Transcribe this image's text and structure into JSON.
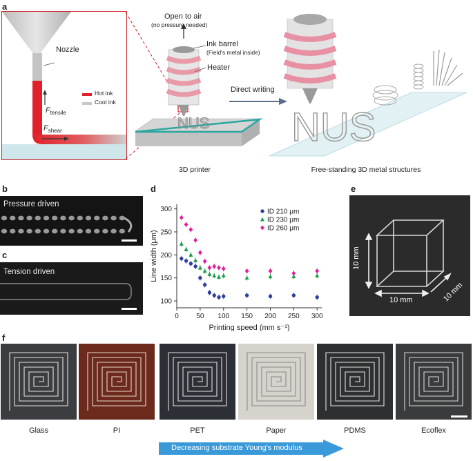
{
  "panel_a": {
    "label": "a",
    "nozzle": "Nozzle",
    "legend_hot": "Hot ink",
    "legend_cool": "Cool ink",
    "f_tensile": "F",
    "f_tensile_sub": "tensile",
    "f_shear": "F",
    "f_shear_sub": "shear",
    "open_air": "Open to air",
    "no_pressure": "(no pressure needed)",
    "ink_barrel": "Ink barrel",
    "fields_metal": "(Field's metal inside)",
    "heater": "Heater",
    "direct_writing": "Direct writing",
    "printer_caption": "3D printer",
    "structures_caption": "Free-standing 3D metal structures",
    "printed_letters": "NUS",
    "colors": {
      "hot": "#e0202a",
      "cool": "#c8c8c8",
      "substrate": "#cfe7ea",
      "inset_border": "#d0202a"
    }
  },
  "panel_b": {
    "label": "b",
    "title": "Pressure driven"
  },
  "panel_c": {
    "label": "c",
    "title": "Tension driven"
  },
  "panel_d": {
    "label": "d",
    "chart_data": {
      "type": "scatter",
      "xlabel": "Printing speed (mm s⁻¹)",
      "ylabel": "Line width (μm)",
      "xlim": [
        0,
        310
      ],
      "ylim": [
        85,
        310
      ],
      "xticks": [
        0,
        50,
        100,
        150,
        200,
        250,
        300
      ],
      "yticks": [
        100,
        150,
        200,
        250,
        300
      ],
      "legend_position": "top-right",
      "series": [
        {
          "name": "ID 210 μm",
          "color": "#2f3f9e",
          "marker": "circle",
          "x": [
            10,
            20,
            30,
            40,
            50,
            60,
            70,
            80,
            90,
            100,
            150,
            200,
            250,
            300
          ],
          "y": [
            192,
            187,
            181,
            175,
            150,
            135,
            118,
            112,
            108,
            110,
            112,
            110,
            112,
            108
          ]
        },
        {
          "name": "ID 230 μm",
          "color": "#1a9e4a",
          "marker": "triangle",
          "x": [
            10,
            20,
            30,
            40,
            50,
            60,
            70,
            80,
            90,
            100,
            150,
            200,
            250,
            300
          ],
          "y": [
            224,
            212,
            200,
            188,
            172,
            165,
            158,
            155,
            152,
            155,
            150,
            153,
            153,
            155
          ]
        },
        {
          "name": "ID 260 μm",
          "color": "#e0209a",
          "marker": "diamond",
          "x": [
            10,
            20,
            30,
            40,
            50,
            60,
            70,
            80,
            90,
            100,
            150,
            200,
            250,
            300
          ],
          "y": [
            281,
            266,
            255,
            232,
            205,
            186,
            172,
            175,
            172,
            170,
            165,
            165,
            160,
            165
          ]
        }
      ]
    }
  },
  "panel_e": {
    "label": "e",
    "dim_vertical": "10 mm",
    "dim_horizontal": "10 mm",
    "dim_depth": "10 mm"
  },
  "panel_f": {
    "label": "f",
    "substrates": [
      "Glass",
      "PI",
      "PET",
      "Paper",
      "PDMS",
      "Ecoflex"
    ],
    "arrow_text": "Decreasing substrate Young's modulus",
    "arrow_color": "#3a9ad9"
  }
}
